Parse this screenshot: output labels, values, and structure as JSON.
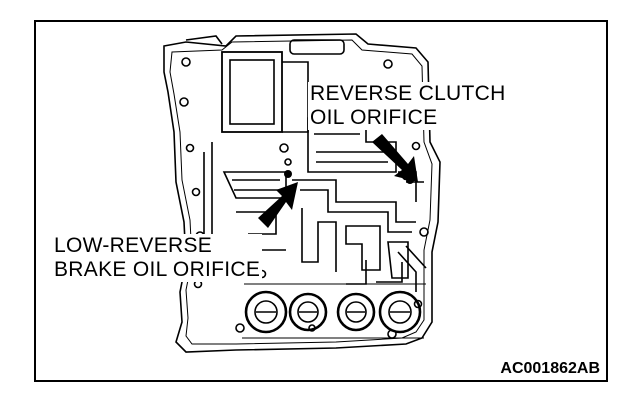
{
  "labels": {
    "reverse_clutch_line1": "REVERSE CLUTCH",
    "reverse_clutch_line2": "OIL ORIFICE",
    "low_reverse_line1": "LOW-REVERSE",
    "low_reverse_line2": "BRAKE OIL ORIFICE"
  },
  "figure_code": "AC001862AB",
  "colors": {
    "ink": "#000000",
    "paper": "#ffffff"
  }
}
